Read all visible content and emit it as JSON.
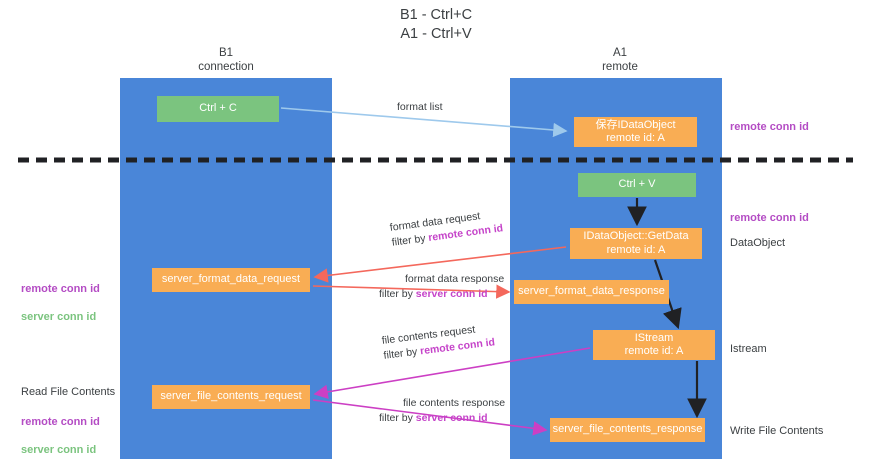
{
  "title": "B1 - Ctrl+C\nA1 - Ctrl+V",
  "lanes": [
    {
      "id": "b1",
      "title": "B1\nconnection"
    },
    {
      "id": "a1",
      "title": "A1\nremote"
    }
  ],
  "nodes": [
    {
      "id": "ctrl-c",
      "label": "Ctrl + C",
      "color": "#7bc47f"
    },
    {
      "id": "save-ido",
      "label": "保存IDataObject\nremote id: A",
      "color": "#f9ad54"
    },
    {
      "id": "ctrl-v",
      "label": "Ctrl + V",
      "color": "#7bc47f"
    },
    {
      "id": "getdata",
      "label": "IDataObject::GetData\nremote id: A",
      "color": "#f9ad54"
    },
    {
      "id": "server-format-data-request",
      "label": "server_format_data_request",
      "color": "#f9ad54"
    },
    {
      "id": "server-format-data-response",
      "label": "server_format_data_response",
      "color": "#f9ad54"
    },
    {
      "id": "istream",
      "label": "IStream\nremote id: A",
      "color": "#f9ad54"
    },
    {
      "id": "server-file-contents-request",
      "label": "server_file_contents_request",
      "color": "#f9ad54"
    },
    {
      "id": "server-file-contents-response",
      "label": "server_file_contents_response",
      "color": "#f9ad54"
    }
  ],
  "edges": [
    {
      "id": "format-list",
      "line1": "format list",
      "filter_prefix": "",
      "filter_value": ""
    },
    {
      "id": "format-data-request",
      "line1": "format data request",
      "filter_prefix": "filter by",
      "filter_value": "remote conn id"
    },
    {
      "id": "format-data-response",
      "line1": "format data response",
      "filter_prefix": "filter by",
      "filter_value": "server conn id"
    },
    {
      "id": "file-contents-request",
      "line1": "file contents request",
      "filter_prefix": "filter by",
      "filter_value": "remote conn id"
    },
    {
      "id": "file-contents-response",
      "line1": "file contents response",
      "filter_prefix": "filter by",
      "filter_value": "server conn id"
    }
  ],
  "annotations": {
    "remote_conn_id": "remote conn id",
    "server_conn_id": "server conn id",
    "dataobject": "DataObject",
    "istream": "Istream",
    "write_file_contents": "Write File Contents",
    "read_file_contents": "Read File Contents"
  },
  "colors": {
    "lane": "#4a86d8",
    "green_node": "#7bc47f",
    "orange_node": "#f9ad54",
    "purple_text": "#b44cc4",
    "green_text": "#7bc47f",
    "red_arrow": "#f4685c",
    "magenta_arrow": "#cc3fc4",
    "blue_arrow": "#9ec9ec",
    "divider": "#202124"
  }
}
